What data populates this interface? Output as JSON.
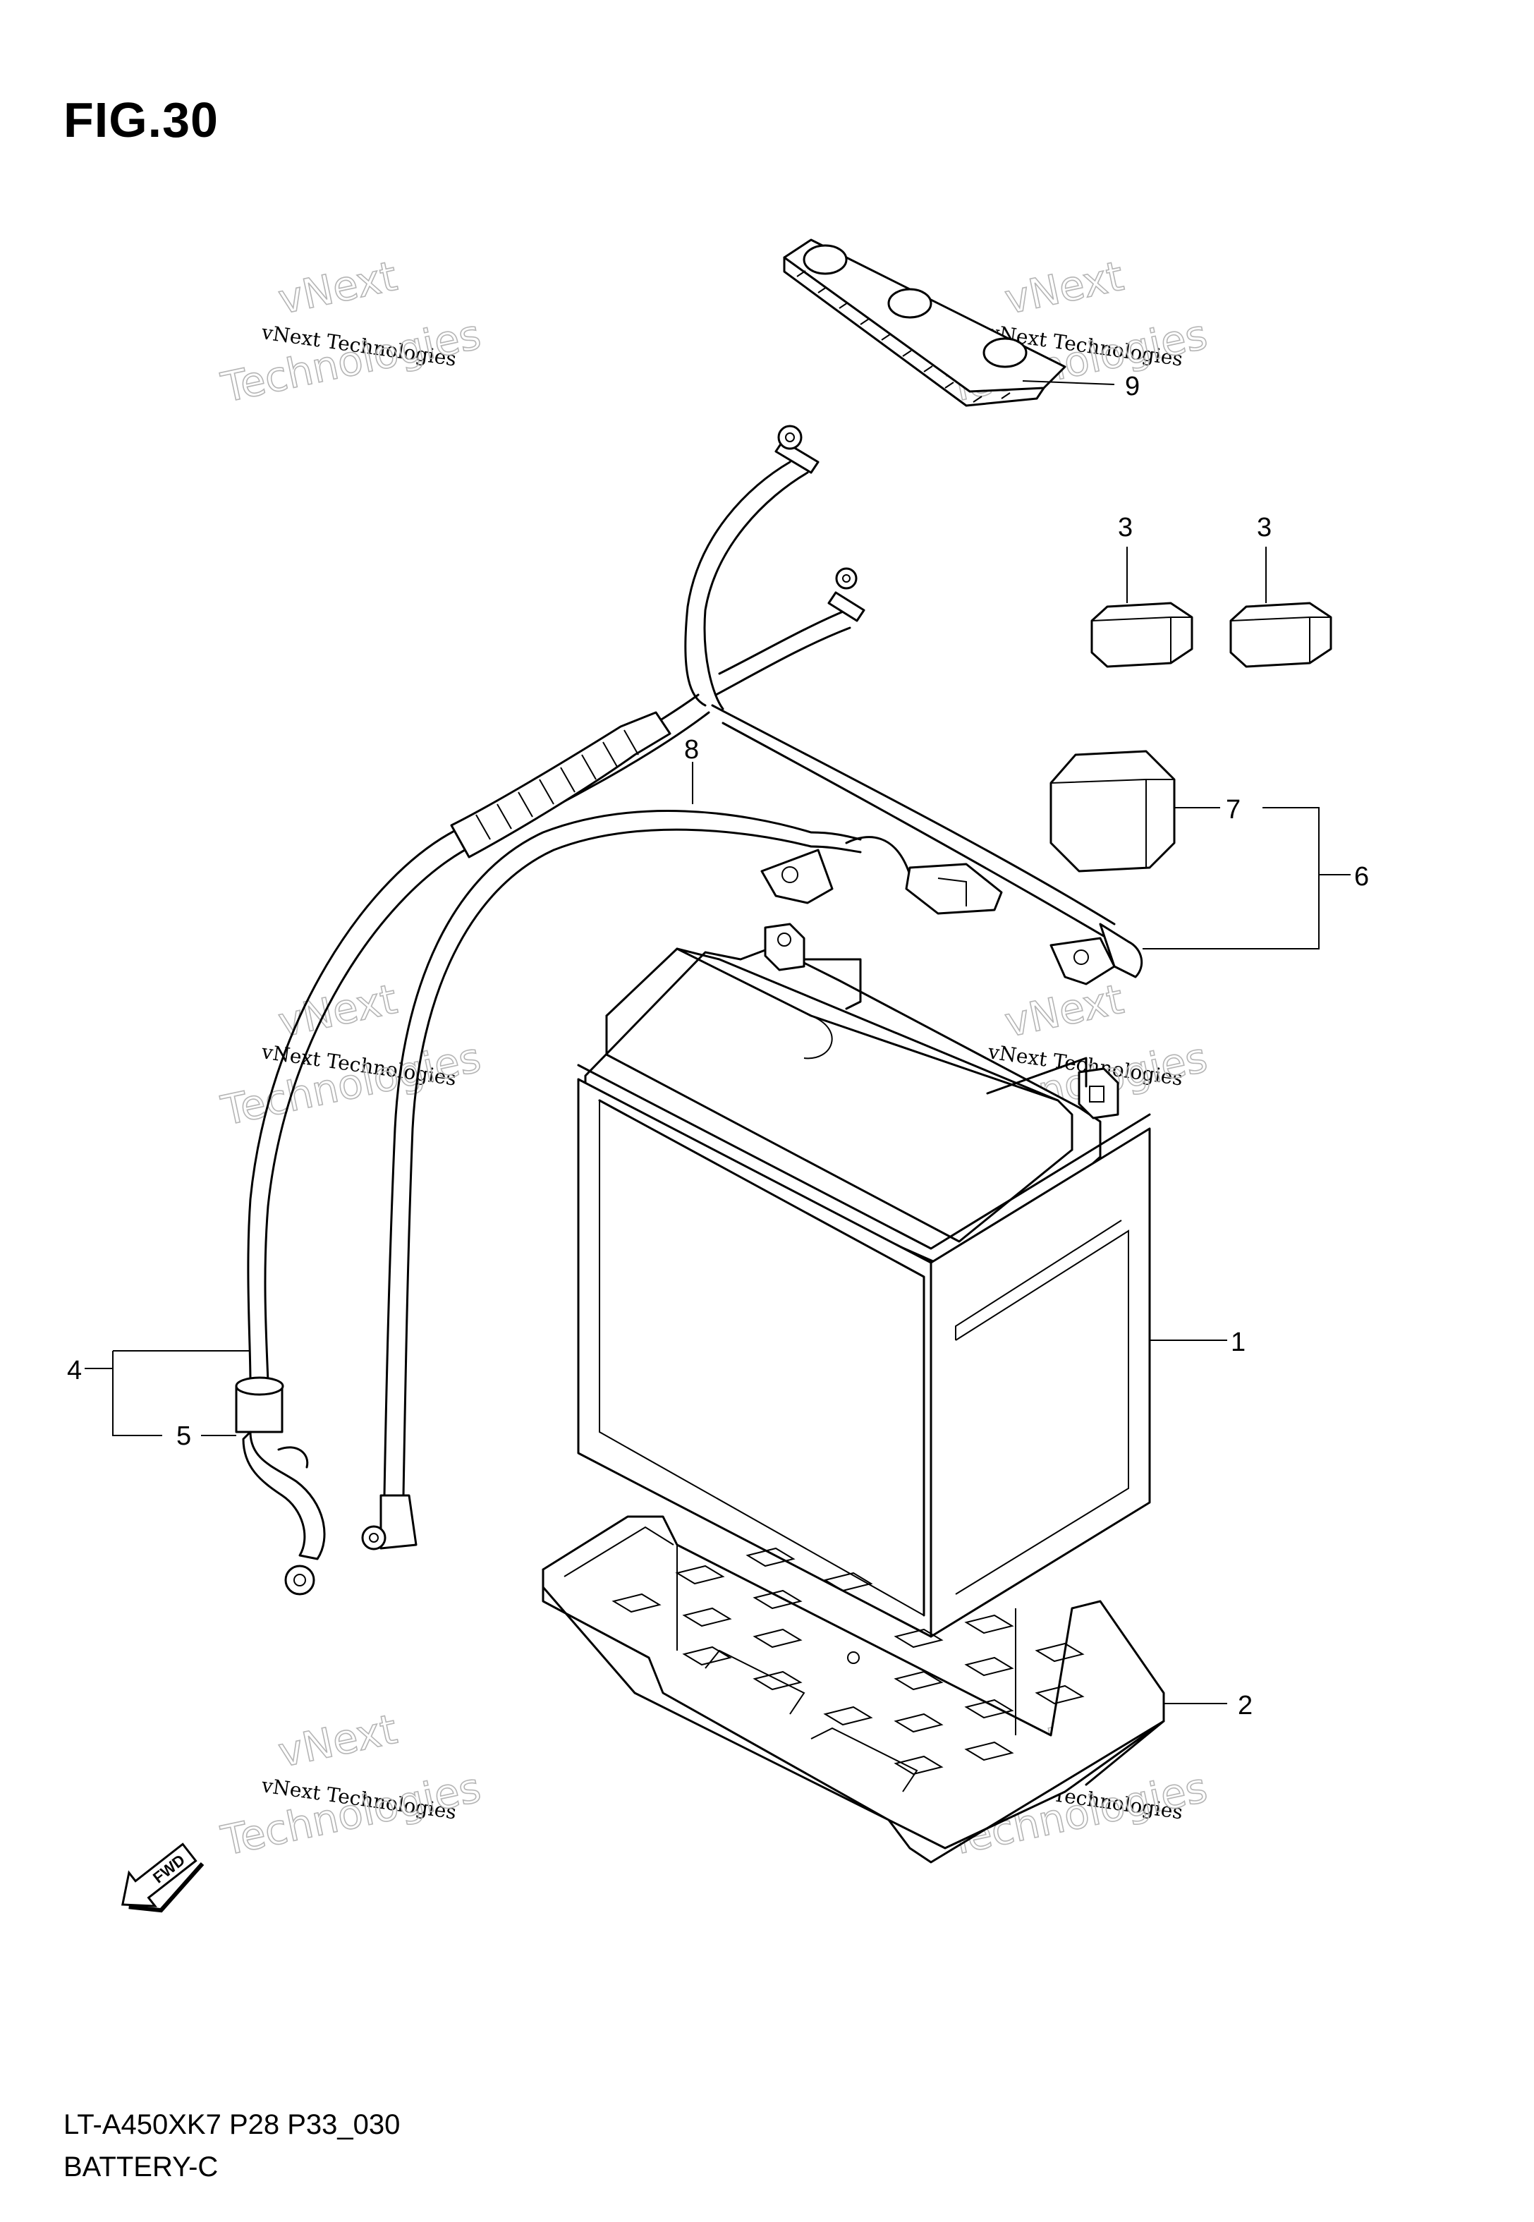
{
  "figure": {
    "title": "FIG.30"
  },
  "footer": {
    "model_code": "LT-A450XK7 P28 P33_030",
    "name": "BATTERY-C"
  },
  "fwd_label": "FWD",
  "watermark": {
    "line1": "vNext",
    "line2": "vNext Technologies",
    "line3": "Technologies"
  },
  "callouts": {
    "c1": "1",
    "c2": "2",
    "c3a": "3",
    "c3b": "3",
    "c4": "4",
    "c5": "5",
    "c6": "6",
    "c7": "7",
    "c8": "8",
    "c9": "9"
  }
}
